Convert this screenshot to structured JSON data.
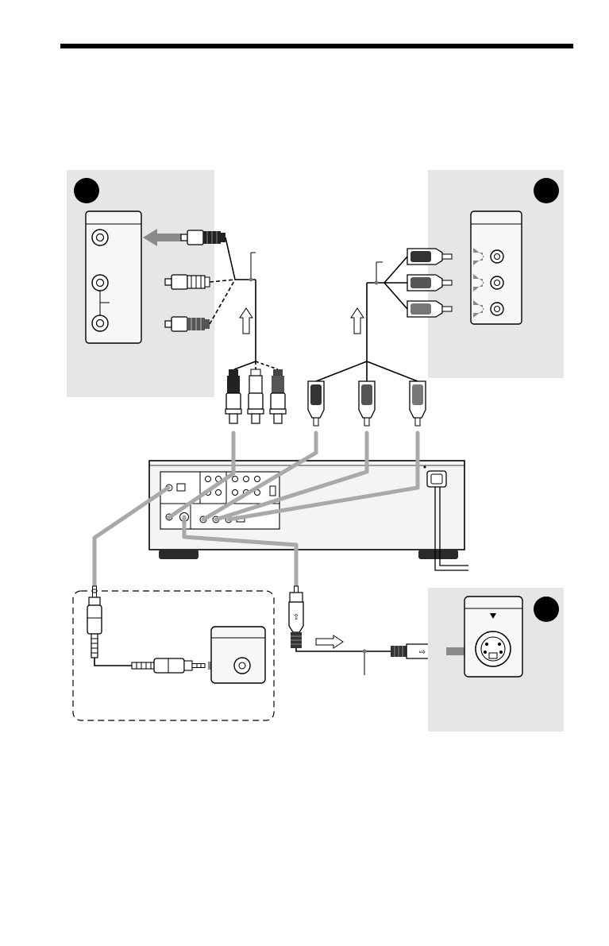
{
  "colors": {
    "panel": "#e6e6e6",
    "cable_gray": "#a9a9a9",
    "arrow_gray": "#8a8a8a",
    "ink": "#000000",
    "device_face": "#f4f4f4",
    "badge": "#000000"
  },
  "icons": [
    "rca-plug-icon",
    "component-plug-icon",
    "s-video-plug-icon",
    "stereo-mini-plug-icon",
    "power-cord-icon",
    "direction-arrow-icon",
    "badge-icon"
  ],
  "diagram": {
    "top_rule": true,
    "panels": [
      {
        "id": "A",
        "badge": "",
        "connector": "composite-video-audio-jacks"
      },
      {
        "id": "B",
        "badge": "",
        "connector": "component-video-jacks"
      },
      {
        "id": "C",
        "badge": "",
        "connector": "s-video-jack"
      }
    ],
    "cables": [
      {
        "id": "audio-video-cord",
        "plugs": 3,
        "type": "rca"
      },
      {
        "id": "component-video-cord",
        "plugs": 3,
        "type": "component"
      },
      {
        "id": "s-video-cord",
        "plugs": 2,
        "type": "s-video"
      },
      {
        "id": "headphone-cord",
        "plugs": 2,
        "type": "stereo-mini"
      }
    ]
  }
}
